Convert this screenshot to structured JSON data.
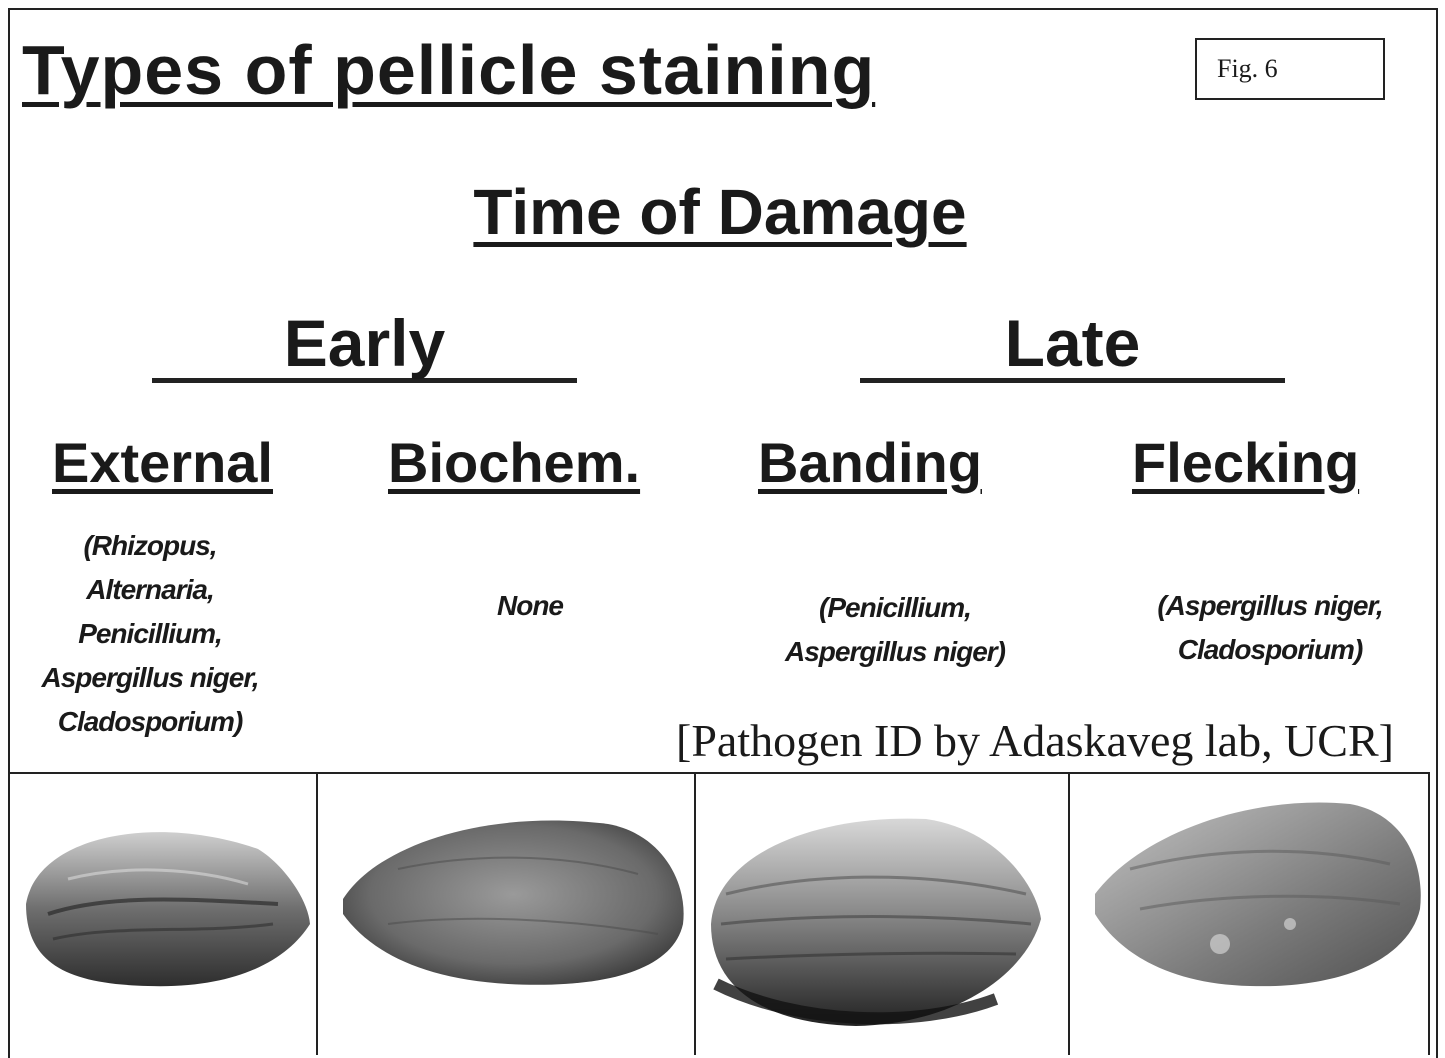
{
  "title": "Types of pellicle staining",
  "fig_label": "Fig. 6",
  "subtitle": "Time of Damage",
  "groups": {
    "early": "Early",
    "late": "Late"
  },
  "categories": [
    {
      "name": "External",
      "pathogens": [
        "(Rhizopus,",
        "Alternaria,",
        "Penicillium,",
        "Aspergillus niger,",
        "Cladosporium)"
      ]
    },
    {
      "name": "Biochem.",
      "pathogens": [
        "None"
      ]
    },
    {
      "name": "Banding",
      "pathogens": [
        "(Penicillium,",
        "Aspergillus niger)"
      ]
    },
    {
      "name": "Flecking",
      "pathogens": [
        "(Aspergillus niger,",
        "Cladosporium)"
      ]
    }
  ],
  "credit": "[Pathogen ID by Adaskaveg lab, UCR]"
}
